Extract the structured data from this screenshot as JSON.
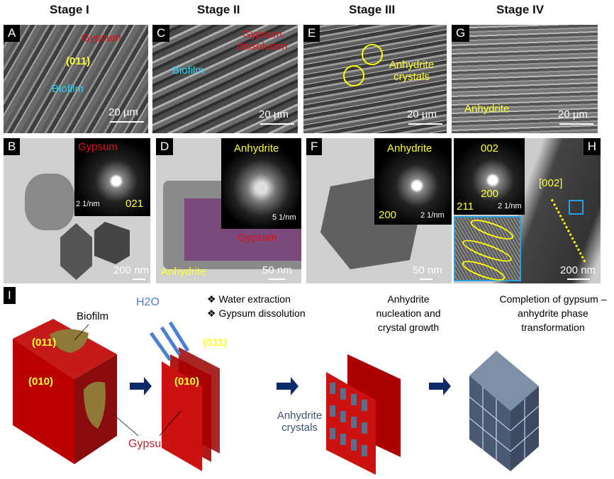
{
  "stages": [
    "Stage I",
    "Stage II",
    "Stage III",
    "Stage IV"
  ],
  "panels": {
    "A": {
      "label": "A",
      "texts": [
        "Gypsum",
        "(011)",
        "Biofilm"
      ],
      "scale": "20 µm"
    },
    "C": {
      "label": "C",
      "texts": [
        "Gypsum dissolution",
        "Biofilm"
      ],
      "scale": "20 µm"
    },
    "E": {
      "label": "E",
      "texts": [
        "Anhydrite crystals"
      ],
      "scale": "20 µm"
    },
    "G": {
      "label": "G",
      "texts": [
        "Anhydrite"
      ],
      "scale": "20 µm"
    },
    "B": {
      "label": "B",
      "inset_title": "Gypsum",
      "inset_scale": "2 1/nm",
      "spot": "021",
      "scale": "200 nm"
    },
    "D": {
      "label": "D",
      "inset_title": "Anhydrite",
      "inset_scale": "5 1/nm",
      "texts": [
        "Gypsum",
        "Anhydrite"
      ],
      "scale": "50 nm"
    },
    "F": {
      "label": "F",
      "inset_title": "Anhydrite",
      "inset_scale": "2 1/nm",
      "spot": "200",
      "scale": "50 nm"
    },
    "H": {
      "label": "H",
      "spots": [
        "002",
        "200",
        "211"
      ],
      "inset_scale": "2 1/nm",
      "direction": "[002]",
      "scale": "200 nm"
    }
  },
  "diagram": {
    "label": "I",
    "biofilm": "Biofilm",
    "face011": "(011)",
    "face010": "(010)",
    "gypsum": "Gypsum",
    "water": "H2O",
    "steps": [
      "Water extraction",
      "Gypsum dissolution"
    ],
    "nucleation": "Anhydrite nucleation and crystal growth",
    "crystals": "Anhydrite crystals",
    "completion": "Completion of gypsum – anhydrite phase transformation"
  }
}
